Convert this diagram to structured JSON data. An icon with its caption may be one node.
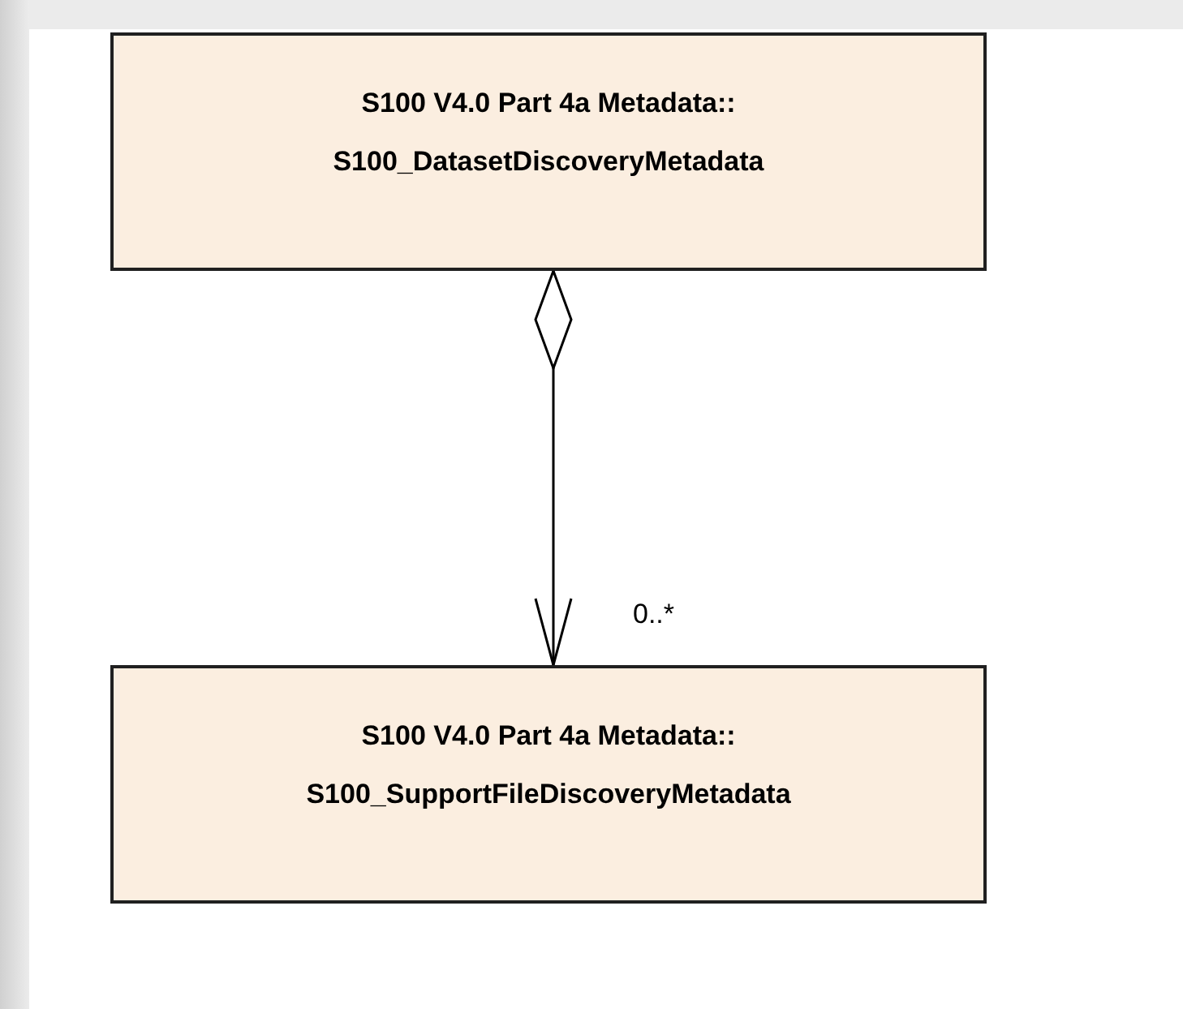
{
  "diagram": {
    "nodes": [
      {
        "text": [
          "S100 V4.0 Part 4a Metadata:: S100_DatasetDiscoveryMetadata"
        ]
      },
      {
        "text": [
          "S100 V4.0 Part 4a Metadata:: S100_SupportFileDiscoveryMetadata"
        ]
      }
    ],
    "edges": [
      {
        "from": 0,
        "to": 1,
        "arrow": "to",
        "label": "0..*"
      }
    ]
  }
}
